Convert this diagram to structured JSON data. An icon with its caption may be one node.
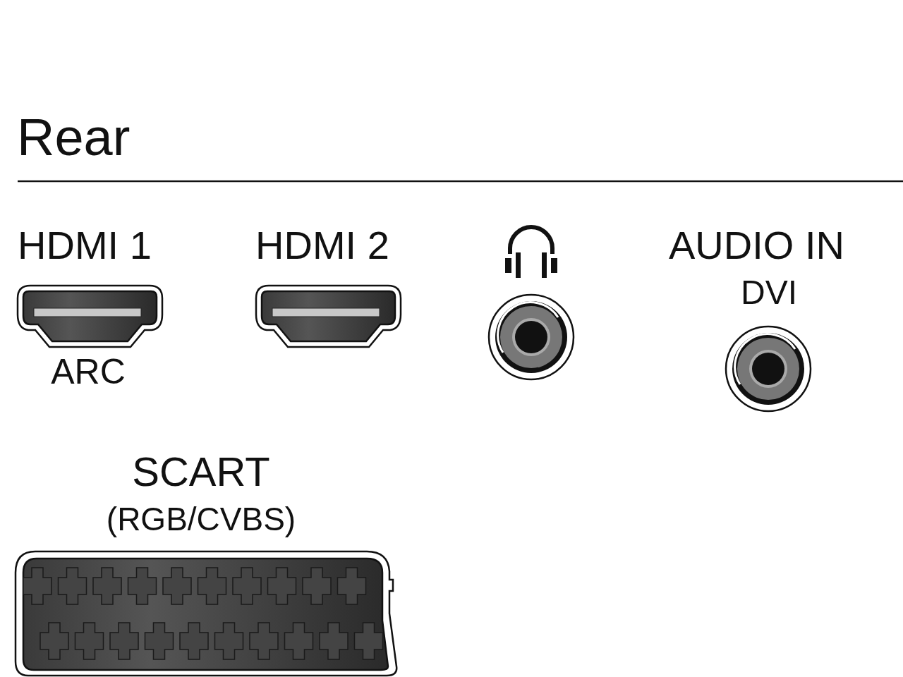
{
  "diagram": {
    "title": "Rear",
    "labels": [
      "HDMI 1",
      "HDMI 2",
      "AUDIO IN",
      "DVI",
      "ARC",
      "SCART",
      "(RGB/CVBS)"
    ]
  }
}
